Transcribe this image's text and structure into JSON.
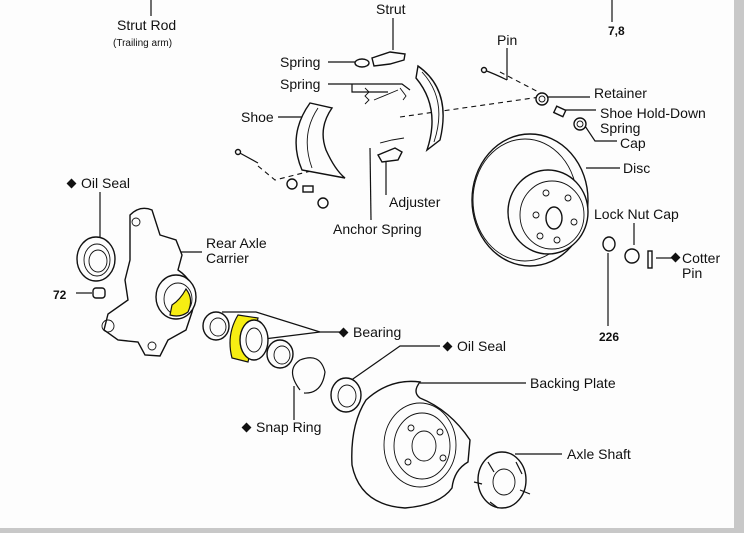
{
  "diagram": {
    "title": "Rear Axle and Parking Brake Components (exploded view)",
    "highlight_color": "#f7ee13",
    "labels": {
      "strut_rod": "Strut Rod",
      "strut_rod_sub": "(Trailing arm)",
      "strut": "Strut",
      "spring_1": "Spring",
      "spring_2": "Spring",
      "shoe": "Shoe",
      "pin": "Pin",
      "retainer": "Retainer",
      "shoe_hold_down_spring_1": "Shoe Hold-Down",
      "shoe_hold_down_spring_2": "Spring",
      "cap": "Cap",
      "disc": "Disc",
      "adjuster": "Adjuster",
      "anchor_spring": "Anchor Spring",
      "lock_nut_cap": "Lock Nut Cap",
      "cotter_pin_1": "Cotter",
      "cotter_pin_2": "Pin",
      "oil_seal_top": "Oil Seal",
      "rear_axle_carrier_1": "Rear Axle",
      "rear_axle_carrier_2": "Carrier",
      "bearing": "Bearing",
      "oil_seal_mid": "Oil Seal",
      "backing_plate": "Backing Plate",
      "snap_ring": "Snap Ring",
      "axle_shaft": "Axle Shaft"
    },
    "torque_values": {
      "strut_rod": "7,8",
      "bolt": "72",
      "lock_nut": "226"
    },
    "non_reusable_marked": [
      "Oil Seal",
      "Bearing",
      "Oil Seal",
      "Snap Ring",
      "Cotter Pin"
    ],
    "highlighted_parts": [
      "Rear Axle Carrier bore",
      "Bearing"
    ]
  }
}
